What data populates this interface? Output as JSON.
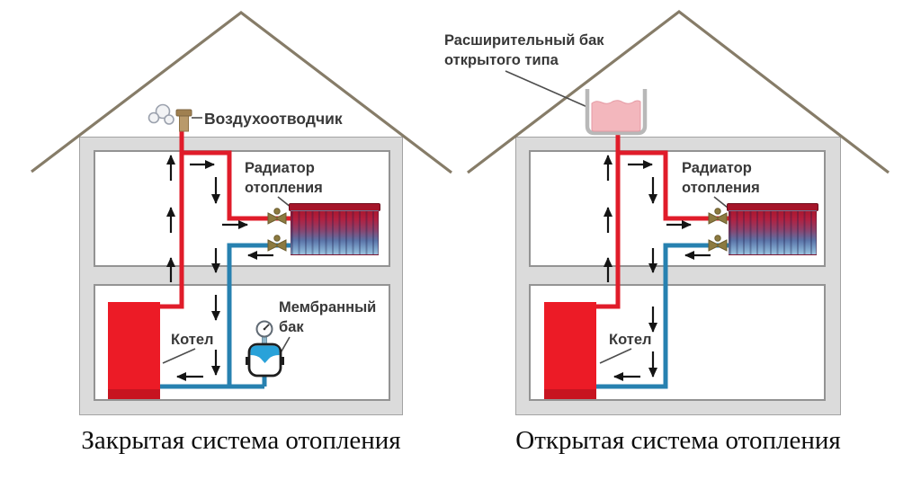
{
  "left_system": {
    "title": "Закрытая система отопления",
    "labels": {
      "air_vent": "Воздухоотводчик",
      "radiator": [
        "Радиатор",
        "отопления"
      ],
      "boiler": "Котел",
      "membrane_tank": [
        "Мембранный",
        "бак"
      ]
    }
  },
  "right_system": {
    "title": "Открытая система отопления",
    "labels": {
      "expansion_tank": [
        "Расширительный бак",
        "открытого типа"
      ],
      "radiator": [
        "Радиатор",
        "отопления"
      ],
      "boiler": "Котел"
    }
  },
  "icons": {
    "air_vent": "air-vent-valve",
    "steam": "steam-puff",
    "valve": "brass-valve",
    "gauge": "pressure-gauge",
    "arrow": "flow-direction-arrow"
  },
  "colors": {
    "hot_pipe": "#e01c2a",
    "cold_pipe": "#2781b0",
    "boiler": "#ec1b26",
    "radiator_cap": "#a5152a",
    "wall_fill": "#dbdbdb",
    "roof_line": "#867c68",
    "expansion_tank_liquid": "#f3b7bd",
    "membrane_tank_water": "#29a2d9",
    "valve_brass": "#8c7a40",
    "label_text": "#383838",
    "title_text": "#0d0d0d"
  }
}
